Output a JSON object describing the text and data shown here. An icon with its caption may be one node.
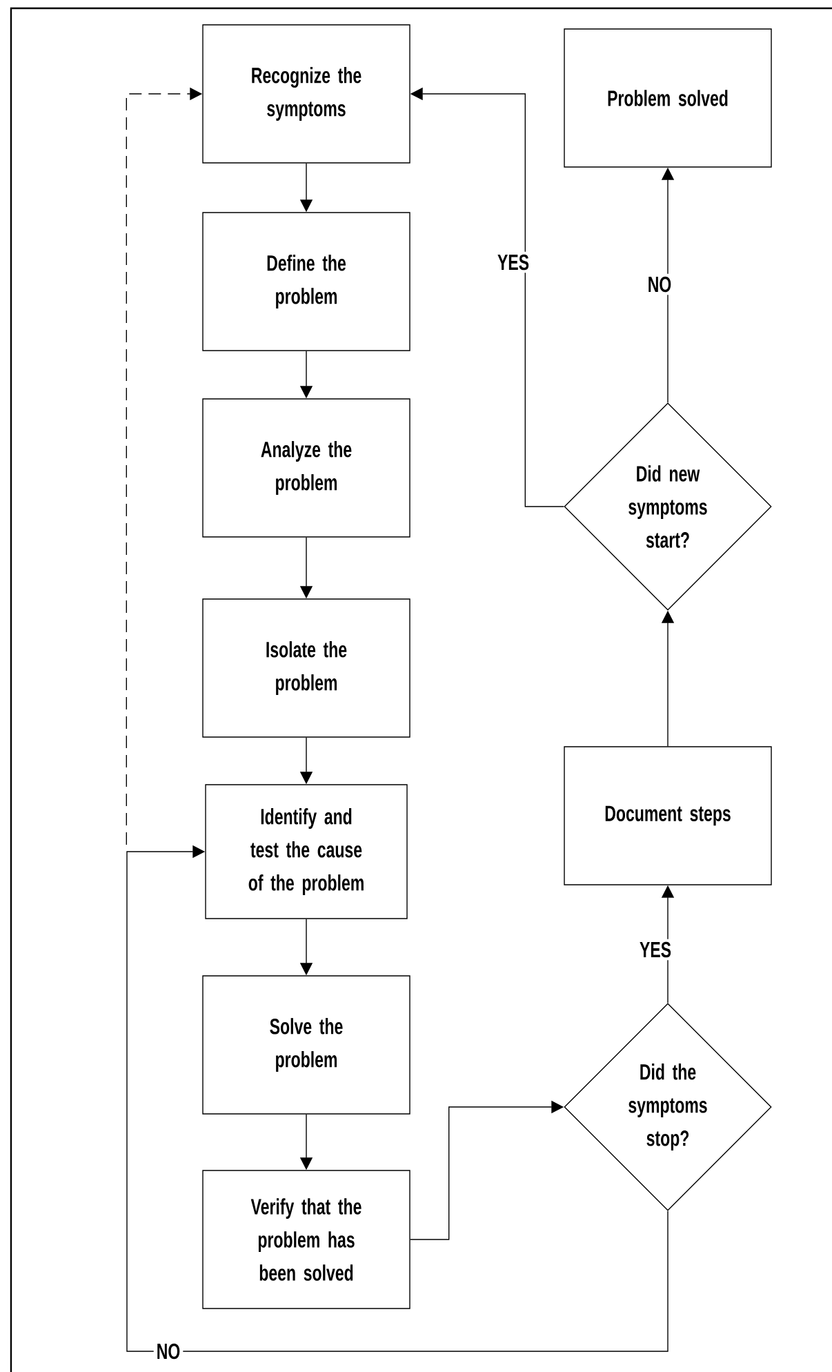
{
  "diagram": {
    "nodes": [
      {
        "text": [
          "Recognize the symptoms"
        ]
      },
      {
        "text": [
          "Define the problem"
        ]
      },
      {
        "text": [
          "Analyze the problem"
        ]
      },
      {
        "text": [
          "Isolate the problem"
        ]
      },
      {
        "text": [
          "Identify and test the cause of the problem"
        ]
      },
      {
        "text": [
          "Solve the problem"
        ]
      },
      {
        "text": [
          "Verify that the problem has been solved"
        ]
      },
      {
        "text": [
          "Document steps"
        ]
      },
      {
        "text": [
          "Did the symptoms stop?"
        ]
      },
      {
        "text": [
          "Did new symptoms start?"
        ]
      },
      {
        "text": [
          "Problem solved"
        ]
      }
    ],
    "edges": [
      {
        "from": 0,
        "to": 1,
        "arrow": "to"
      },
      {
        "from": 1,
        "to": 2,
        "arrow": "to"
      },
      {
        "from": 2,
        "to": 3,
        "arrow": "to"
      },
      {
        "from": 3,
        "to": 4,
        "arrow": "to"
      },
      {
        "from": 4,
        "to": 5,
        "arrow": "to"
      },
      {
        "from": 5,
        "to": 6,
        "arrow": "to"
      },
      {
        "from": 6,
        "to": 8,
        "arrow": "to"
      },
      {
        "from": 8,
        "to": 7,
        "arrow": "to",
        "label": "YES"
      },
      {
        "from": 7,
        "to": 9,
        "arrow": "to"
      },
      {
        "from": 9,
        "to": 10,
        "arrow": "to",
        "label": "NO"
      },
      {
        "from": 9,
        "to": 0,
        "arrow": "to",
        "label": "YES"
      },
      {
        "from": 8,
        "to": 4,
        "arrow": "to",
        "label": "NO"
      },
      {
        "from": 4,
        "to": 0,
        "arrow": "to",
        "style": "dashed"
      }
    ]
  }
}
